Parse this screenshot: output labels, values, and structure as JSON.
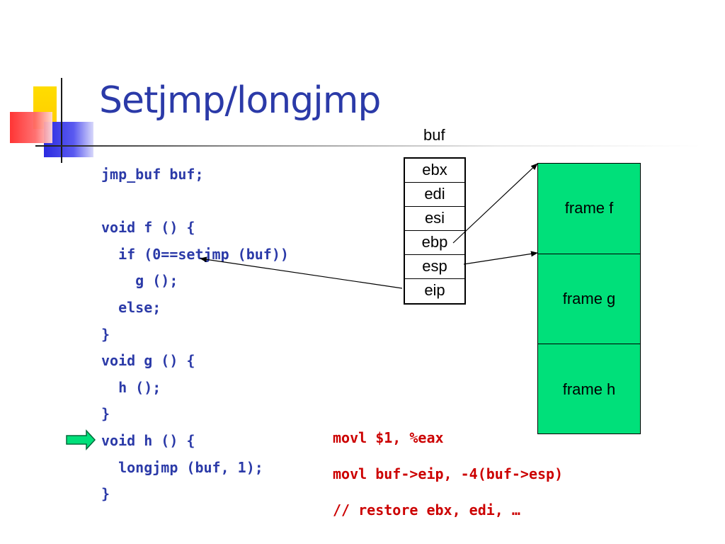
{
  "title": "Setjmp/longjmp",
  "code_lines": [
    "jmp_buf buf;",
    "",
    "void f () {",
    "  if (0==setjmp (buf))",
    "    g ();",
    "  else;",
    "}",
    "void g () {",
    "  h ();",
    "}",
    "void h () {",
    "  longjmp (buf, 1);",
    "}"
  ],
  "asm_lines": [
    "movl $1, %eax",
    "movl buf->eip, -4(buf->esp)",
    "// restore ebx, edi, …"
  ],
  "buf": {
    "label": "buf",
    "registers": [
      "ebx",
      "edi",
      "esi",
      "ebp",
      "esp",
      "eip"
    ]
  },
  "stack_frames": [
    "frame f",
    "frame g",
    "frame h"
  ],
  "colors": {
    "title": "#2b3aa8",
    "code": "#2b3aa8",
    "asm": "#cc0000",
    "frame_fill": "#00e07a",
    "pointer_arrow_fill": "#00e07a"
  }
}
